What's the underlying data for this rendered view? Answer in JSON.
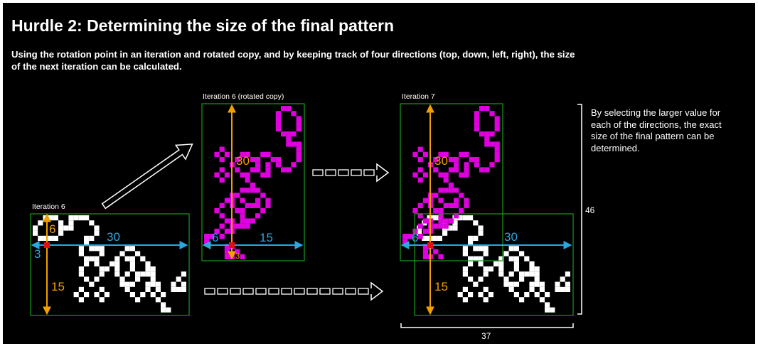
{
  "title": "Hurdle 2: Determining the size of the final pattern",
  "subtitle": "Using the rotation point in an iteration and rotated copy, and by keeping track of four directions (top, down, left, right), the size of the next iteration can be calculated.",
  "side_note": "By selecting the larger value for each of the directions, the exact size of the final pattern can be determined.",
  "labels": {
    "iteration6": "Iteration 6",
    "rotated": "Iteration 6 (rotated copy)",
    "iteration7": "Iteration 7"
  },
  "measures": {
    "it6_top": "6",
    "it6_left": "3",
    "it6_right": "30",
    "it6_down": "15",
    "rot_up": "30",
    "rot_left": "6",
    "rot_right": "15",
    "rot_down": "3",
    "it7_up": "30",
    "it7_left": "6",
    "it7_right": "30",
    "it7_down": "15",
    "total_height": "46",
    "total_width": "37"
  },
  "colors": {
    "background": "#000000",
    "box": "#1a9a1a",
    "white_pattern": "#ffffff",
    "magenta_pattern": "#e000e0",
    "horizontal_arrow": "#2aa8e0",
    "vertical_arrow": "#f2a000",
    "rotation_point": "#e01010"
  }
}
